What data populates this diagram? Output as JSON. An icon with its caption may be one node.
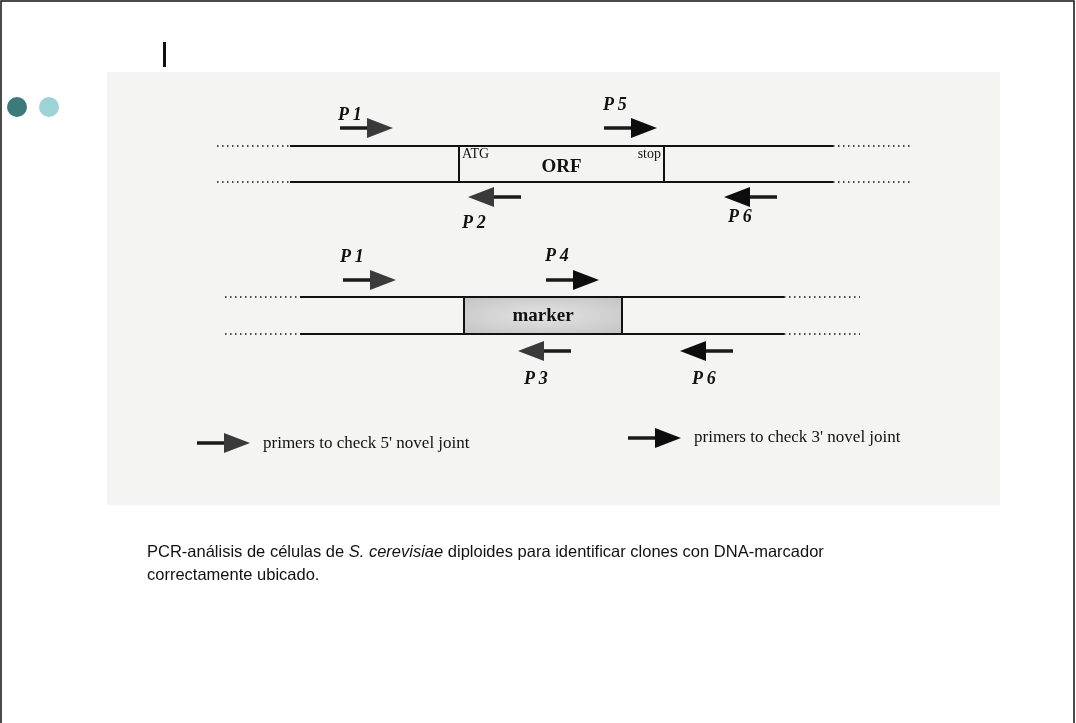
{
  "diagram": {
    "caption": "PCR-análisis de células de *S. cerevisiae* diploides para identificar clones con DNA-marcador correctamente ubicado.",
    "nodes": [
      {
        "text": [
          "ATG",
          "ORF",
          "stop"
        ]
      },
      {
        "text": [
          "marker"
        ]
      }
    ],
    "labels": [
      "P 1",
      "P 5",
      "P 2",
      "P 6",
      "P 1",
      "P 4",
      "P 3",
      "P 6"
    ],
    "legend": [
      {
        "text": "primers to check 5' novel joint"
      },
      {
        "text": "primers to check 3' novel joint"
      }
    ]
  }
}
